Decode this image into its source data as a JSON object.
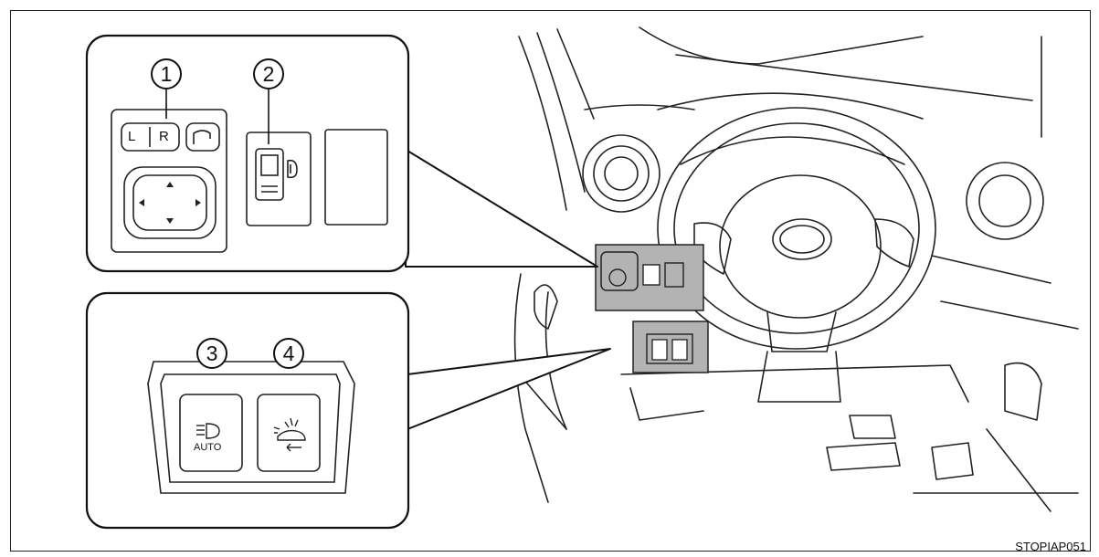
{
  "figure": {
    "image_code": "STOPIAP051"
  },
  "callouts": {
    "c1": "1",
    "c2": "2",
    "c3": "3",
    "c4": "4"
  },
  "mirror_switch": {
    "left_key": "L",
    "right_key": "R"
  },
  "lower_panel": {
    "auto_label": "AUTO"
  },
  "colors": {
    "line": "#111111",
    "highlight": "#b3b3b3",
    "background": "#ffffff"
  }
}
